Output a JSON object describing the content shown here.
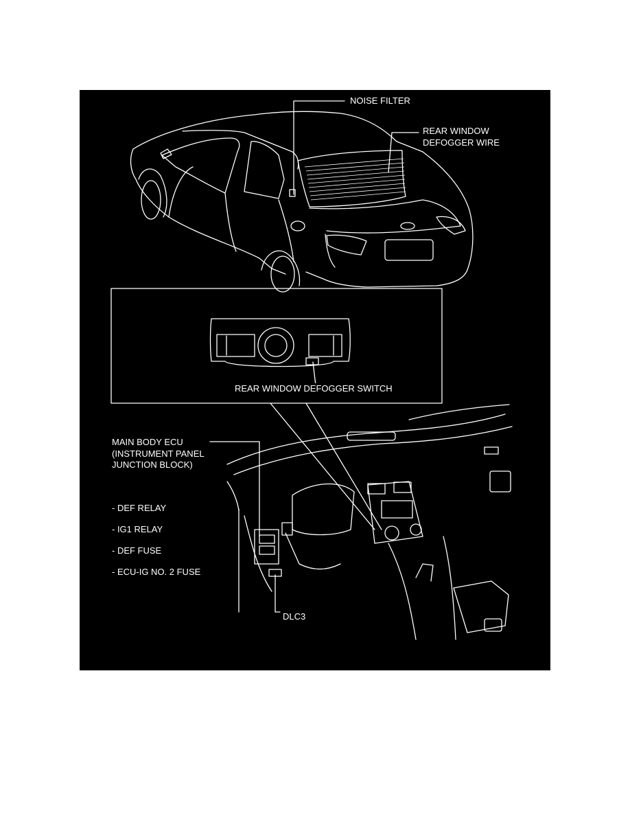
{
  "colors": {
    "background": "#000000",
    "line": "#ffffff",
    "page": "#ffffff"
  },
  "labels": {
    "noise_filter": "NOISE FILTER",
    "rear_window_defogger_wire_line1": "REAR WINDOW",
    "rear_window_defogger_wire_line2": "DEFOGGER WIRE",
    "rear_window_defogger_switch": "REAR WINDOW DEFOGGER SWITCH",
    "main_body_ecu_line1": "MAIN BODY ECU",
    "main_body_ecu_line2": "(INSTRUMENT PANEL",
    "main_body_ecu_line3": "JUNCTION BLOCK)",
    "def_relay": "- DEF RELAY",
    "ig1_relay": "- IG1 RELAY",
    "def_fuse": "- DEF FUSE",
    "ecu_ig_no2_fuse": "- ECU-IG NO. 2 FUSE",
    "dlc3": "DLC3"
  }
}
